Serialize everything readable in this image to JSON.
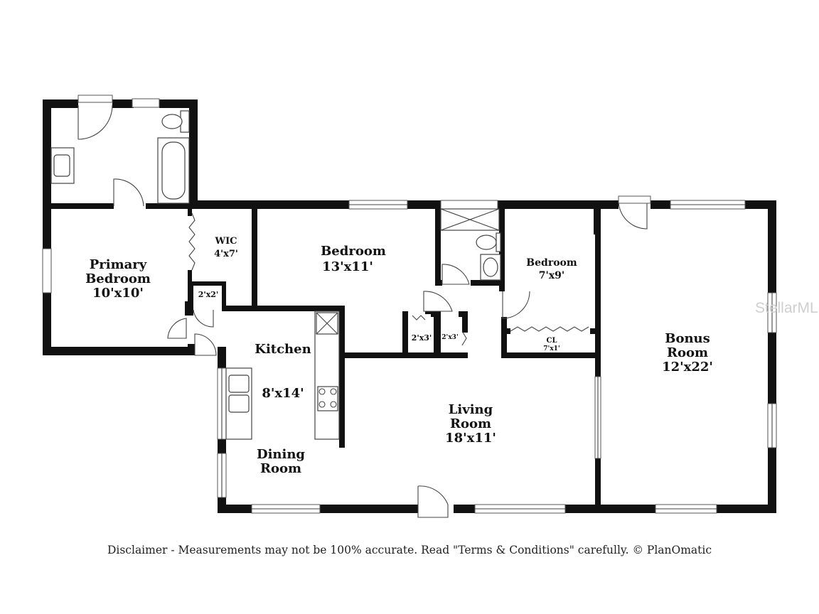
{
  "rooms": {
    "primary_bedroom": {
      "name": "Primary\nBedroom",
      "name_line1": "Primary",
      "name_line2": "Bedroom",
      "size": "10'x10'"
    },
    "wic": {
      "name": "WIC",
      "size": "4'x7'"
    },
    "closet_primary": {
      "size": "2'x2'"
    },
    "bedroom_main": {
      "name": "Bedroom",
      "size": "13'x11'"
    },
    "bedroom_small": {
      "name": "Bedroom",
      "size": "7'x9'"
    },
    "closet_small": {
      "name": "CL",
      "size": "7'x1'"
    },
    "closet_a": {
      "size": "2'x3'"
    },
    "closet_b": {
      "size": "2'x3'"
    },
    "kitchen": {
      "name": "Kitchen",
      "size": "8'x14'"
    },
    "dining": {
      "name_line1": "Dining",
      "name_line2": "Room"
    },
    "living": {
      "name_line1": "Living",
      "name_line2": "Room",
      "size": "18'x11'"
    },
    "bonus": {
      "name_line1": "Bonus",
      "name_line2": "Room",
      "size": "12'x22'"
    }
  },
  "watermark": "StellarMLS",
  "disclaimer": "Disclaimer - Measurements may not be 100% accurate. Read \"Terms & Conditions\" carefully. © PlanOmatic"
}
